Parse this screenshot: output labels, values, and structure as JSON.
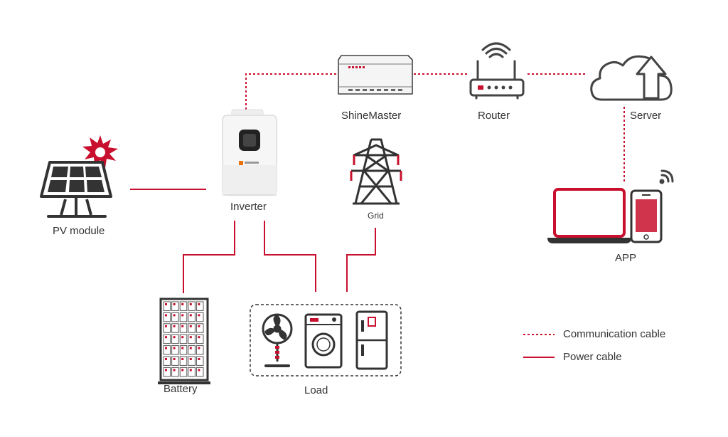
{
  "nodes": {
    "pv_module": "PV module",
    "inverter": "Inverter",
    "shinemaster": "ShineMaster",
    "router": "Router",
    "server": "Server",
    "grid": "Grid",
    "app": "APP",
    "battery": "Battery",
    "load": "Load"
  },
  "legend": {
    "communication": "Communication cable",
    "power": "Power cable"
  },
  "colors": {
    "accent": "#c8102e",
    "icon_stroke": "#333333",
    "inverter_body": "#f4f4f4"
  }
}
